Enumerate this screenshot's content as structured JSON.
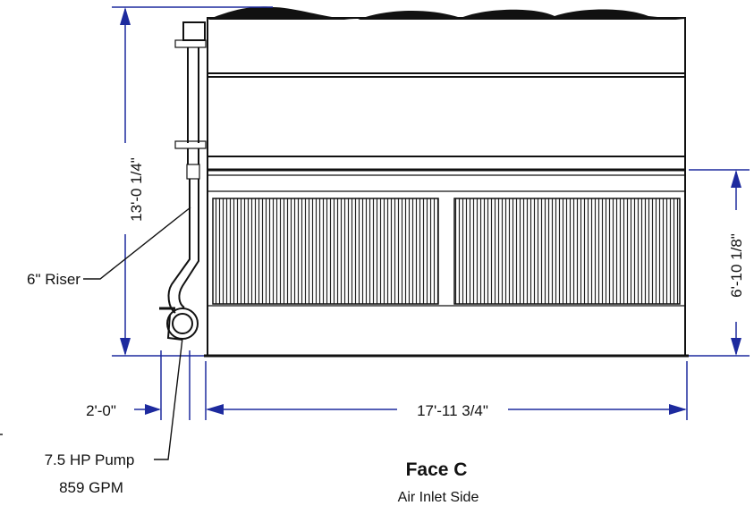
{
  "drawing": {
    "title": "Face C",
    "subtitle": "Air Inlet Side",
    "dimensions": {
      "overall_height": "13'-0 1/4\"",
      "inlet_height": "6'-10 1/8\"",
      "overall_length": "17'-11 3/4\"",
      "pump_offset": "2'-0\""
    },
    "callouts": {
      "riser": "6\" Riser",
      "pump_line1": "7.5 HP Pump",
      "pump_line2": "859 GPM"
    },
    "colors": {
      "dimension_line": "#1d2a9e",
      "structure": "#111111"
    }
  }
}
